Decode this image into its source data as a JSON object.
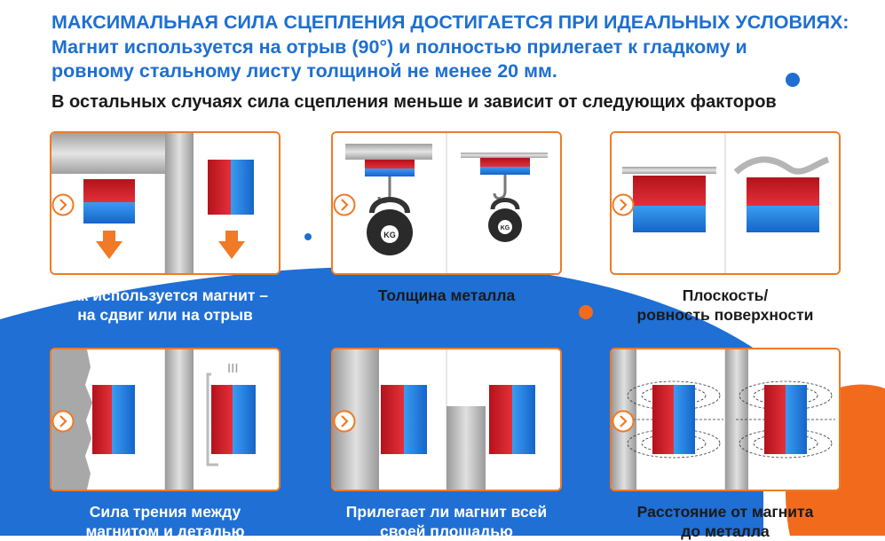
{
  "header": {
    "line1": "МАКСИМАЛЬНАЯ СИЛА СЦЕПЛЕНИЯ ДОСТИГАЕТСЯ ПРИ ИДЕАЛЬНЫХ УСЛОВИЯХ:",
    "line2": "Магнит используется на отрыв (90°) и полностью прилегает к гладкому и",
    "line3": "ровному стальному листу толщиной не менее 20 мм."
  },
  "subtitle": "В остальных случаях сила сцепления меньше и зависит от следующих факторов",
  "cards": [
    {
      "caption1": "Как используется магнит –",
      "caption2": "на сдвиг или на отрыв"
    },
    {
      "caption1": "Толщина металла",
      "caption2": ""
    },
    {
      "caption1": "Плоскость/",
      "caption2": "ровность поверхности"
    },
    {
      "caption1": "Сила трения между",
      "caption2": "магнитом и деталью"
    },
    {
      "caption1": "Прилегает ли магнит всей",
      "caption2": "своей площадью"
    },
    {
      "caption1": "Расстояние от магнита",
      "caption2": "до металла"
    }
  ],
  "weight_label": "KG",
  "gap_marks": "III",
  "colors": {
    "headline": "#1e6fd0",
    "frame": "#f07a25",
    "magnet_red": "#d9202a",
    "magnet_blue": "#1e7fe0",
    "background_blue": "#1f6fd4",
    "background_orange": "#f26b1d"
  },
  "icons": [
    "chevron-right-circle-icon",
    "down-arrow-icon",
    "kettlebell-icon",
    "hook-icon"
  ]
}
